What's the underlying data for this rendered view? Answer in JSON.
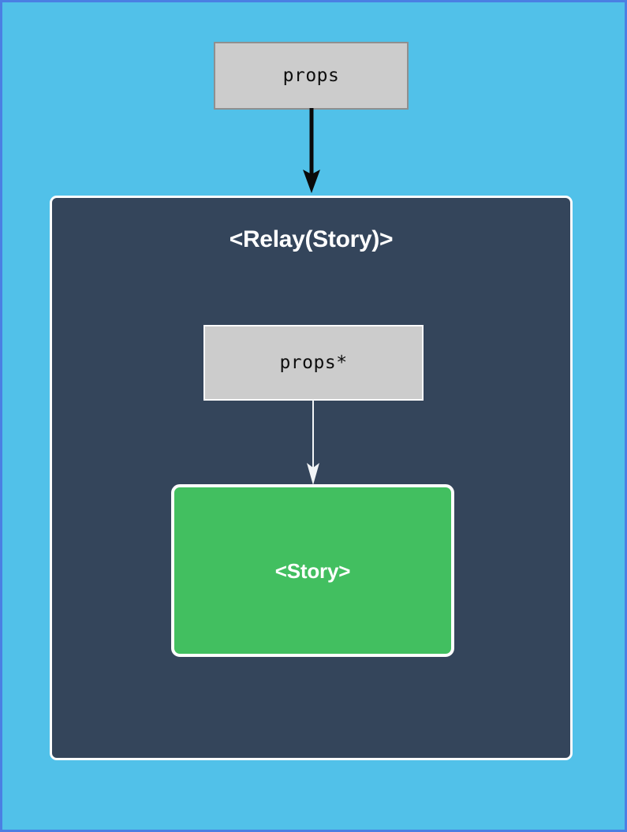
{
  "diagram": {
    "title": "Relay Story props flow",
    "background_color": "#51c1e9",
    "border_color": "#4a7fe3"
  },
  "nodes": {
    "outer_props": {
      "label": "props",
      "fill_color": "#cccccc",
      "border_color": "#8f8f8f"
    },
    "relay_container": {
      "label": "<Relay(Story)>",
      "fill_color": "#34455b",
      "border_color": "#ffffff",
      "text_color": "#ffffff"
    },
    "inner_props": {
      "label": "props*",
      "fill_color": "#cccccc",
      "border_color": "#ffffff"
    },
    "story": {
      "label": "<Story>",
      "fill_color": "#42bf60",
      "border_color": "#ffffff",
      "text_color": "#ffffff"
    }
  },
  "edges": {
    "props_to_relay": {
      "name": "props-to-relay-arrow",
      "color": "#0a0a0a",
      "style": "solid",
      "head": "filled-triangle"
    },
    "props_star_to_story": {
      "name": "props-star-to-story-arrow",
      "color": "#f2f5f7",
      "style": "solid",
      "head": "filled-triangle"
    }
  }
}
